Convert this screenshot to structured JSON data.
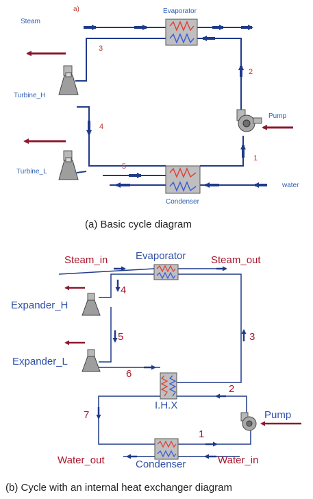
{
  "diagram_a": {
    "tag": "a)",
    "caption": "(a) Basic cycle diagram",
    "labels": {
      "steam": "Steam",
      "evaporator": "Evaporator",
      "turbine_h": "Turbine_H",
      "turbine_l": "Turbine_L",
      "pump": "Pump",
      "condenser": "Condenser",
      "water": "water"
    },
    "states": [
      "1",
      "2",
      "3",
      "4",
      "5"
    ]
  },
  "diagram_b": {
    "caption": "(b) Cycle with an internal heat exchanger diagram",
    "labels": {
      "steam_in": "Steam_in",
      "evaporator": "Evaporator",
      "steam_out": "Steam_out",
      "expander_h": "Expander_H",
      "expander_l": "Expander_L",
      "ihx": "I.H.X",
      "pump": "Pump",
      "condenser": "Condenser",
      "water_out": "Water_out",
      "water_in": "Water_in"
    },
    "states": [
      "1",
      "2",
      "3",
      "4",
      "5",
      "6",
      "7"
    ]
  },
  "colors": {
    "line": "#1f3a8a",
    "arrow_red": "#8b1a2e",
    "hx_box": "#bfbfbf",
    "coil_red": "#e0413a",
    "coil_blue": "#3d5bd9"
  }
}
